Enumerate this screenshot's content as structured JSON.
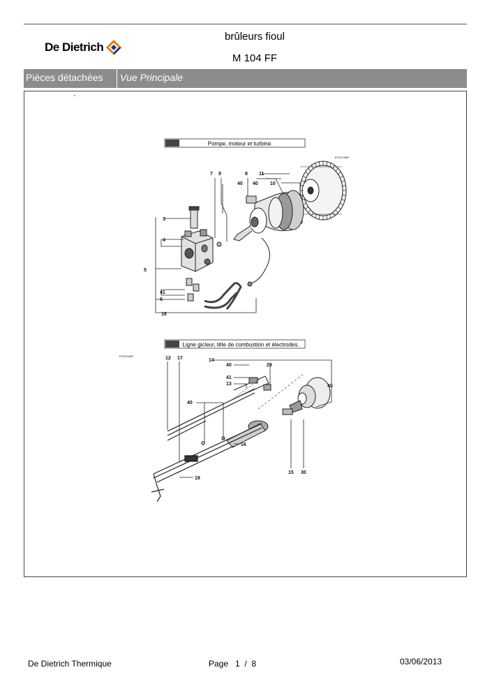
{
  "header": {
    "brand": "De Dietrich",
    "title_line1": "brûleurs fioul",
    "title_line2": "M 104 FF"
  },
  "bar": {
    "section": "Pièces détachées",
    "view": "Vue Principale"
  },
  "diagram": {
    "upper_caption": "Pompe, moteur et turbine.",
    "upper_ref": "ETR1C98F",
    "lower_caption": "Ligne gicleur, tête de combustion et électrodes.",
    "lower_ref": "ETR1C99F",
    "upper_labels": [
      "7",
      "9",
      "8",
      "11",
      "40",
      "40",
      "10",
      "3",
      "4",
      "5",
      "41",
      "6",
      "18"
    ],
    "lower_labels": [
      "12",
      "17",
      "14",
      "40",
      "29",
      "41",
      "13",
      "40",
      "40",
      "16",
      "18",
      "15",
      "30"
    ]
  },
  "footer": {
    "company": "De Dietrich Thermique",
    "page_label": "Page",
    "page_current": "1",
    "page_sep": "/",
    "page_total": "8",
    "date": "03/06/2013"
  }
}
